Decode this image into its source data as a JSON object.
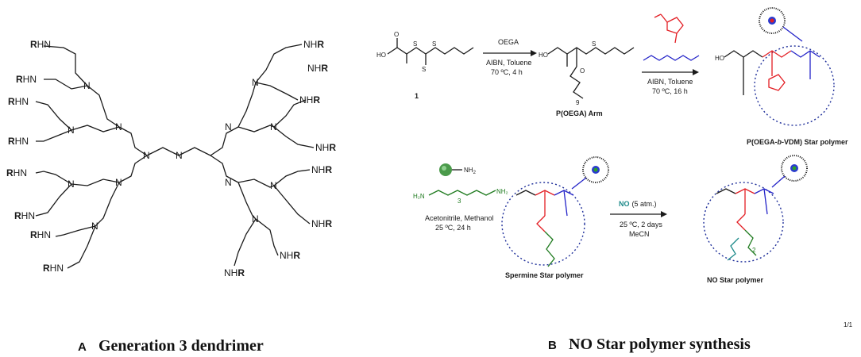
{
  "panel_a": {
    "letter": "A",
    "title": "Generation 3 dendrimer",
    "r_label": "R",
    "hn_suffix": "HN",
    "nh_prefix": "NH",
    "n_label": "N"
  },
  "panel_b": {
    "letter": "B",
    "title": "NO Star polymer synthesis",
    "step1_reagent": "OEGA",
    "step1_cond1": "AIBN, Toluene",
    "step1_cond2": "70 ºC, 4 h",
    "compound1_label": "1",
    "arm_label": "P(OEGA) Arm",
    "step2_cond1": "AIBN, Toluene",
    "step2_cond2": "70 ºC, 16 h",
    "star1_label_a": "P(OEGA-",
    "star1_label_b": "b",
    "star1_label_c": "-VDM) Star polymer",
    "amine_label": "NH",
    "amine_sub": "2",
    "step3_cond1": "Acetonitrile, Methanol",
    "step3_cond2": "25 ºC, 24 h",
    "spermine_label": "Spermine Star polymer",
    "no_reagent": "NO",
    "no_reagent_rest": "(5 atm.)",
    "step4_cond1": "25 ºC, 2 days",
    "step4_cond2": "MeCN",
    "no_star_label": "NO Star polymer",
    "ho_label": "HO",
    "subscript_9": "9",
    "subscript_3": "3",
    "subscript_2": "2",
    "page_mark": "1/1"
  },
  "colors": {
    "vdm": "#e31e24",
    "crosslinker": "#2323c8",
    "amine": "#1e7a1e",
    "no": "#1d8a8a",
    "core": "#1f2f9a"
  }
}
